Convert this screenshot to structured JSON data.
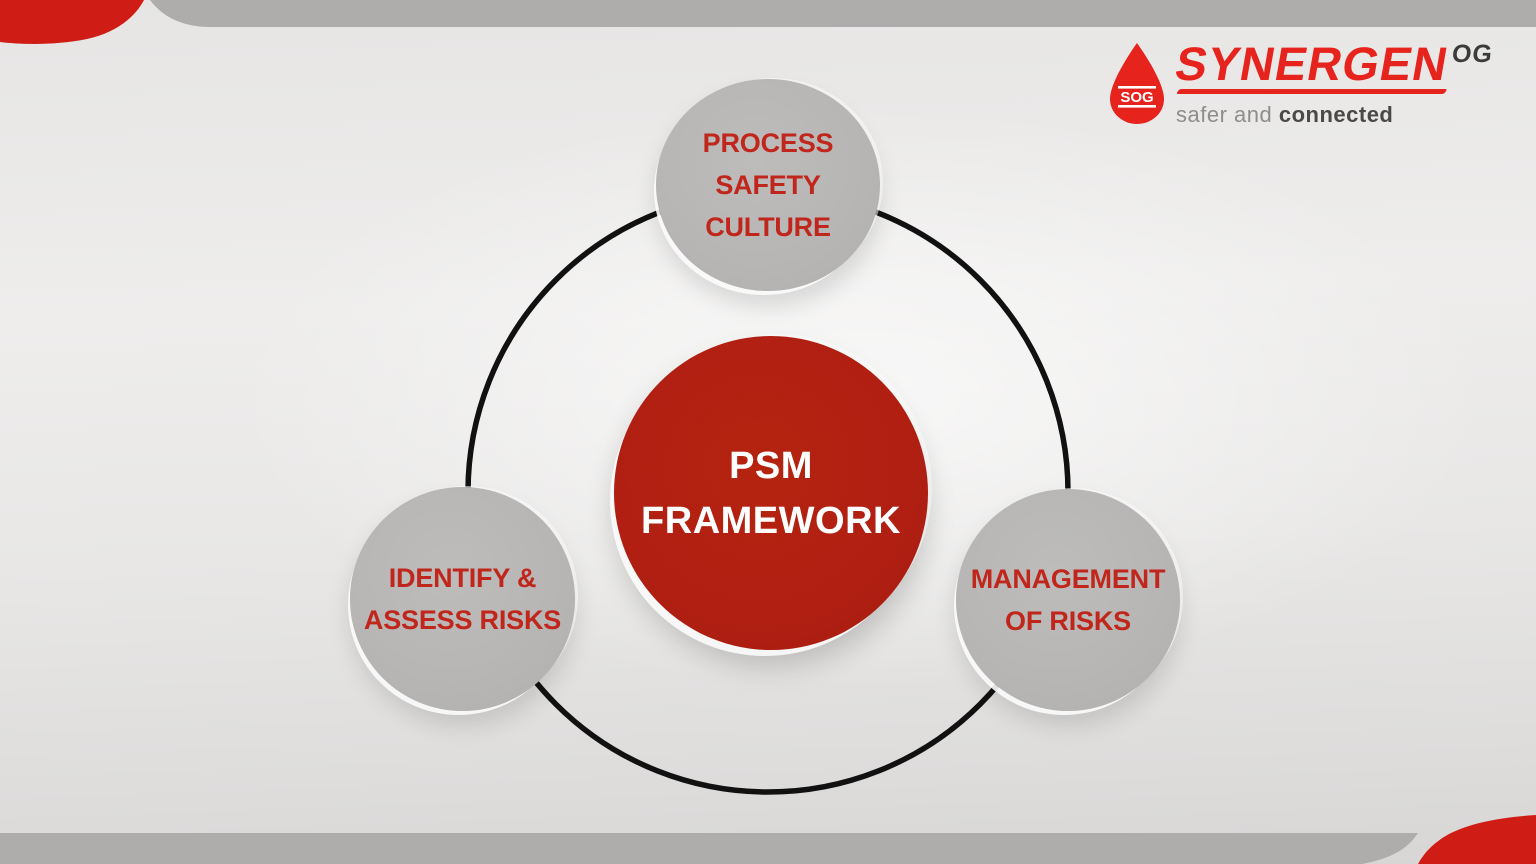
{
  "logo": {
    "brand": "SYNERGEN",
    "brand_suffix": "OG",
    "droplet_text": "SOG",
    "tagline_regular": "safer and ",
    "tagline_bold": "connected"
  },
  "diagram": {
    "center": {
      "line1": "PSM",
      "line2": "FRAMEWORK"
    },
    "nodes": [
      {
        "id": "process-safety-culture",
        "lines": [
          "PROCESS",
          "SAFETY",
          "CULTURE"
        ]
      },
      {
        "id": "identify-assess-risks",
        "lines": [
          "IDENTIFY &",
          "ASSESS RISKS"
        ]
      },
      {
        "id": "management-of-risks",
        "lines": [
          "MANAGEMENT",
          "OF RISKS"
        ]
      }
    ]
  },
  "colors": {
    "corner_red": "#cf1d15",
    "bar_gray": "#aeadac",
    "ring_black": "#111111",
    "center_red": "#b01f12",
    "node_gray": "#b7b6b5",
    "label_red": "#c0261b",
    "logo_red": "#e6231d",
    "suffix_dark": "#3b3b3b",
    "tagline_gray": "#8f8d8c",
    "center_text": "#ffffff"
  }
}
